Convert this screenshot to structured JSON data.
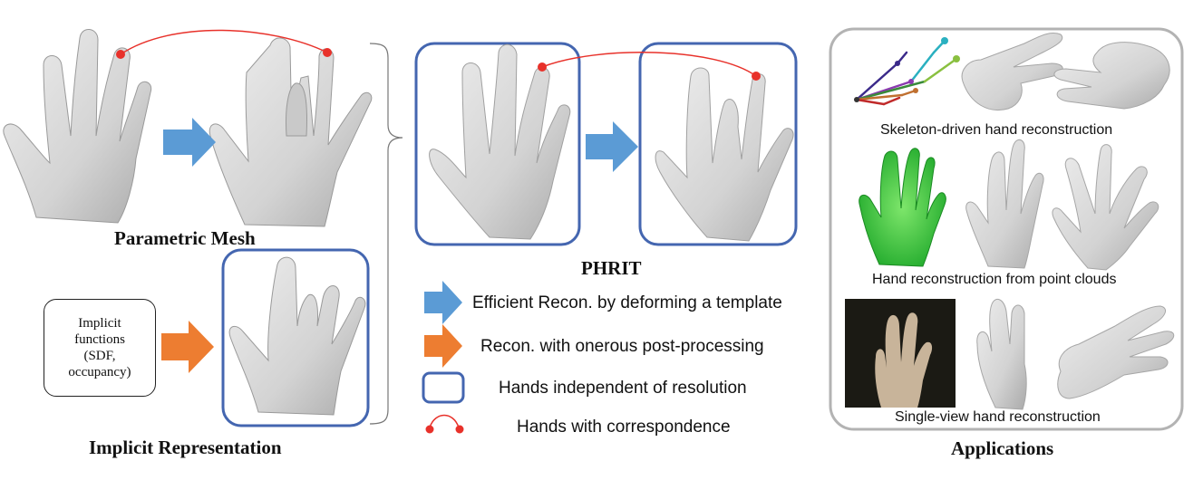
{
  "labels": {
    "parametric_mesh": "Parametric Mesh",
    "implicit_representation": "Implicit Representation",
    "phrit": "PHRIT",
    "applications": "Applications",
    "implicit_functions": [
      "Implicit",
      "functions",
      "(SDF,",
      "occupancy)"
    ]
  },
  "legend": {
    "blue_arrow": "Efficient Recon. by deforming a template",
    "orange_arrow": "Recon. with onerous post-processing",
    "blue_box": "Hands independent of resolution",
    "red_link": "Hands with correspondence"
  },
  "applications": {
    "skeleton": "Skeleton-driven hand reconstruction",
    "point_clouds": "Hand reconstruction from point clouds",
    "single_view": "Single-view hand reconstruction"
  },
  "colors": {
    "blue_arrow": "#5b9bd5",
    "orange_arrow": "#ed7d31",
    "box_blue": "#4466b0",
    "red": "#e8312a",
    "hand_gray": "#d7d7d7",
    "panel_gray": "#b3b3b3",
    "point_cloud_green": "#36c43a"
  }
}
